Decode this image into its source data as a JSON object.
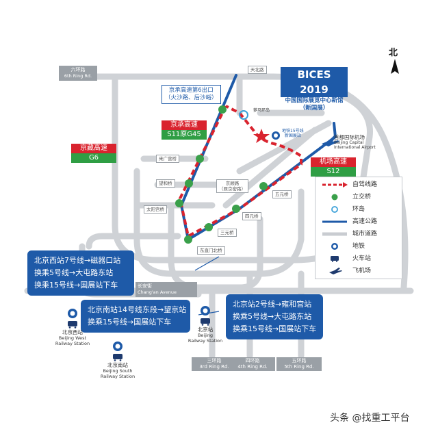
{
  "north_label": "北",
  "ring_roads": {
    "sixth": {
      "cn": "六环路",
      "en": "6th Ring Rd."
    },
    "third": {
      "cn": "三环路",
      "en": "3rd Ring Rd."
    },
    "fourth": {
      "cn": "四环路",
      "en": "4th Ring Rd."
    },
    "fifth": {
      "cn": "五环路",
      "en": "5th Ring Rd."
    }
  },
  "changan": {
    "cn": "长安街",
    "en": "Chang'an Avenue"
  },
  "highways": [
    {
      "name": "京承高速",
      "code": "S11原G45"
    },
    {
      "name": "京藏高速",
      "code": "G6"
    },
    {
      "name": "机场高速",
      "code": "S12"
    }
  ],
  "exit_note": [
    "京承高速第6出口",
    "（火沙路、后沙峪）"
  ],
  "bices": {
    "title": "BICES 2019",
    "subtitle_line1": "中国国际展览中心新馆",
    "subtitle_line2": "（新国展）"
  },
  "places": {
    "tianbei": "天北路",
    "luomazhuang": "萝马环岛",
    "metro_stop_1": "地铁15号线",
    "metro_stop_2": "新国展站",
    "airport_cn": "首都国际机场",
    "airport_en_1": "Beijing Capital",
    "airport_en_2": "International Airport",
    "laiguang": "来广营桥",
    "wangjing": "望和桥",
    "jingshun": "京顺路",
    "jingshun_sub": "（原京密路）",
    "taiyanggong": "太阳宫桥",
    "wuyuan": "五元桥",
    "siyuan": "四元桥",
    "sanyuan": "三元桥",
    "dongzhimen": "东直门北桥"
  },
  "legend": [
    {
      "icon": "self-drive-route",
      "label": "自驾线路"
    },
    {
      "icon": "interchange",
      "label": "立交桥"
    },
    {
      "icon": "roundabout",
      "label": "环岛"
    },
    {
      "icon": "highway",
      "label": "高速公路"
    },
    {
      "icon": "city-road",
      "label": "城市道路"
    },
    {
      "icon": "metro",
      "label": "地铁"
    },
    {
      "icon": "train-station",
      "label": "火车站"
    },
    {
      "icon": "airport",
      "label": "飞机场"
    }
  ],
  "callouts": {
    "west": [
      "北京西站7号线→磁器口站",
      "换乘5号线→大屯路东站",
      "换乘15号线→国展站下车"
    ],
    "south": [
      "北京南站14号线东段→望京站",
      "换乘15号线→国展站下车"
    ],
    "main": [
      "北京站2号线→雍和宫站",
      "换乘5号线→大屯路东站",
      "换乘15号线→国展站下车"
    ]
  },
  "stations": {
    "west": {
      "cn": "北京西站",
      "en1": "Beijing West",
      "en2": "Railway Station"
    },
    "south": {
      "cn": "北京南站",
      "en1": "Beijing South",
      "en2": "Railway Station"
    },
    "main": {
      "cn": "北京站",
      "en1": "Beijing",
      "en2": "Railway Station"
    }
  },
  "watermark": "头条 @找重工平台",
  "colors": {
    "highway": "#1e5aa8",
    "city_road": "#c9ccd1",
    "route": "#d9232e",
    "interchange": "#3aa04a",
    "callout": "#1e5aa8"
  }
}
